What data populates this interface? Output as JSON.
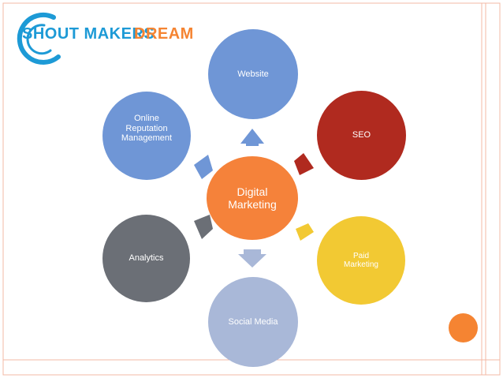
{
  "brand": {
    "logo_text_1": "SHOUT MAKERS",
    "logo_text_2": "DREAM"
  },
  "diagram": {
    "center": {
      "label": "Digital Marketing",
      "color": "#f5823a"
    },
    "nodes": [
      {
        "id": "website",
        "label": "Website",
        "color": "#6f96d6"
      },
      {
        "id": "seo",
        "label": "SEO",
        "color": "#b02a1f"
      },
      {
        "id": "paid-marketing",
        "label": "Paid Marketing",
        "color": "#f2c933"
      },
      {
        "id": "social-media",
        "label": "Social Media",
        "color": "#a9b8d8"
      },
      {
        "id": "analytics",
        "label": "Analytics",
        "color": "#6b6f76"
      },
      {
        "id": "online-reputation-management",
        "label": "Online Reputation Management",
        "color": "#6f96d6"
      }
    ]
  },
  "colors": {
    "frame": "#f3b8a5",
    "accent": "#f58432",
    "logo_blue": "#1d9ad6",
    "logo_orange": "#f58432"
  }
}
